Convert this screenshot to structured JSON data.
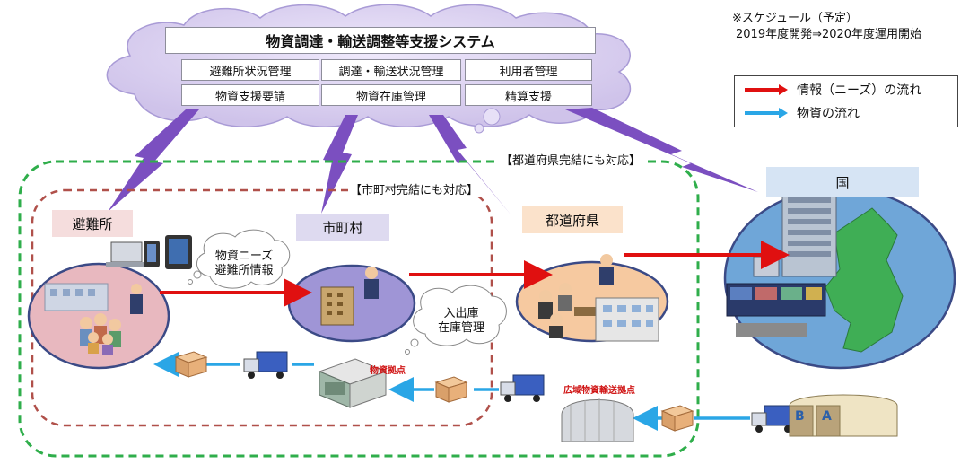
{
  "system": {
    "title": "物資調達・輸送調整等支援システム",
    "modules": [
      "避難所状況管理",
      "調達・輸送状況管理",
      "利用者管理",
      "物資支援要請",
      "物資在庫管理",
      "精算支援"
    ]
  },
  "schedule": {
    "line1": "※スケジュール（予定）",
    "line2": "2019年度開発⇒2020年度運用開始"
  },
  "legend": {
    "info_flow": "情報（ニーズ）の流れ",
    "goods_flow": "物資の流れ"
  },
  "scopes": {
    "prefecture": "【都道府県完結にも対応】",
    "municipality": "【市町村完結にも対応】"
  },
  "entities": {
    "shelter": "避難所",
    "municipality": "市町村",
    "prefecture": "都道府県",
    "nation": "国"
  },
  "bubbles": {
    "needs_line1": "物資ニーズ",
    "needs_line2": "避難所情報",
    "stock_line1": "入出庫",
    "stock_line2": "在庫管理"
  },
  "hubs": {
    "local": "物資拠点",
    "wide": "広域物資輸送拠点"
  },
  "warehouse_letters": [
    "B",
    "A"
  ],
  "colors": {
    "info_arrow": "#e01010",
    "goods_arrow": "#2aa6e6",
    "cloud": "#d9cff0",
    "lightning": "#7b4fc0",
    "prefecture_border": "#2fae4b",
    "municipality_border": "#b0504a"
  }
}
